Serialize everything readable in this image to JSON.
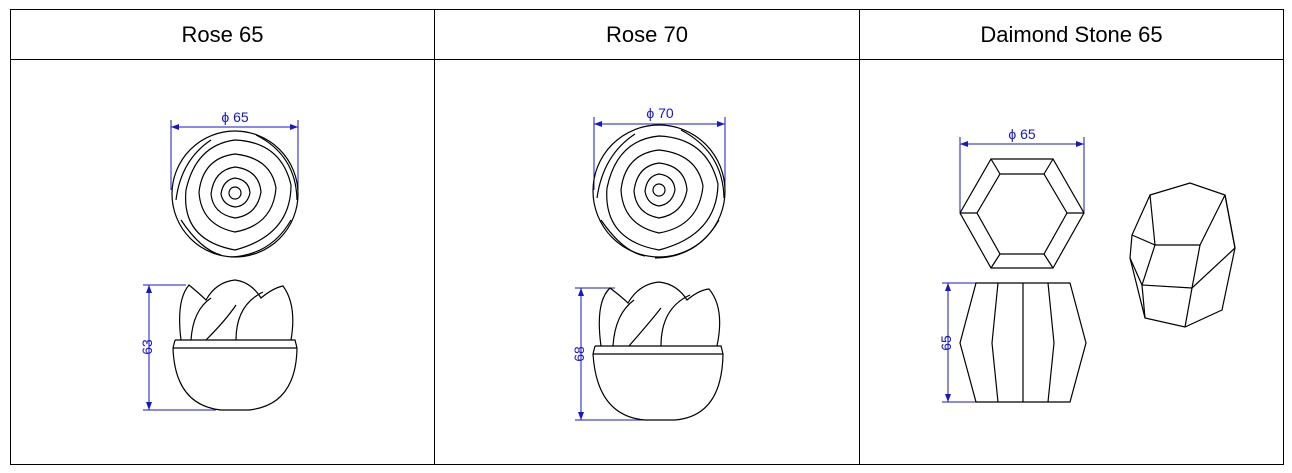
{
  "columns": [
    {
      "title": "Rose 65",
      "top_dim": "ϕ 65",
      "side_dim": "63"
    },
    {
      "title": "Rose 70",
      "top_dim": "ϕ 70",
      "side_dim": "68"
    },
    {
      "title": "Daimond Stone 65",
      "top_dim": "ϕ 65",
      "side_dim": "65"
    }
  ],
  "colors": {
    "dimension": "#1515d4",
    "line": "#000000",
    "border": "#000000"
  }
}
